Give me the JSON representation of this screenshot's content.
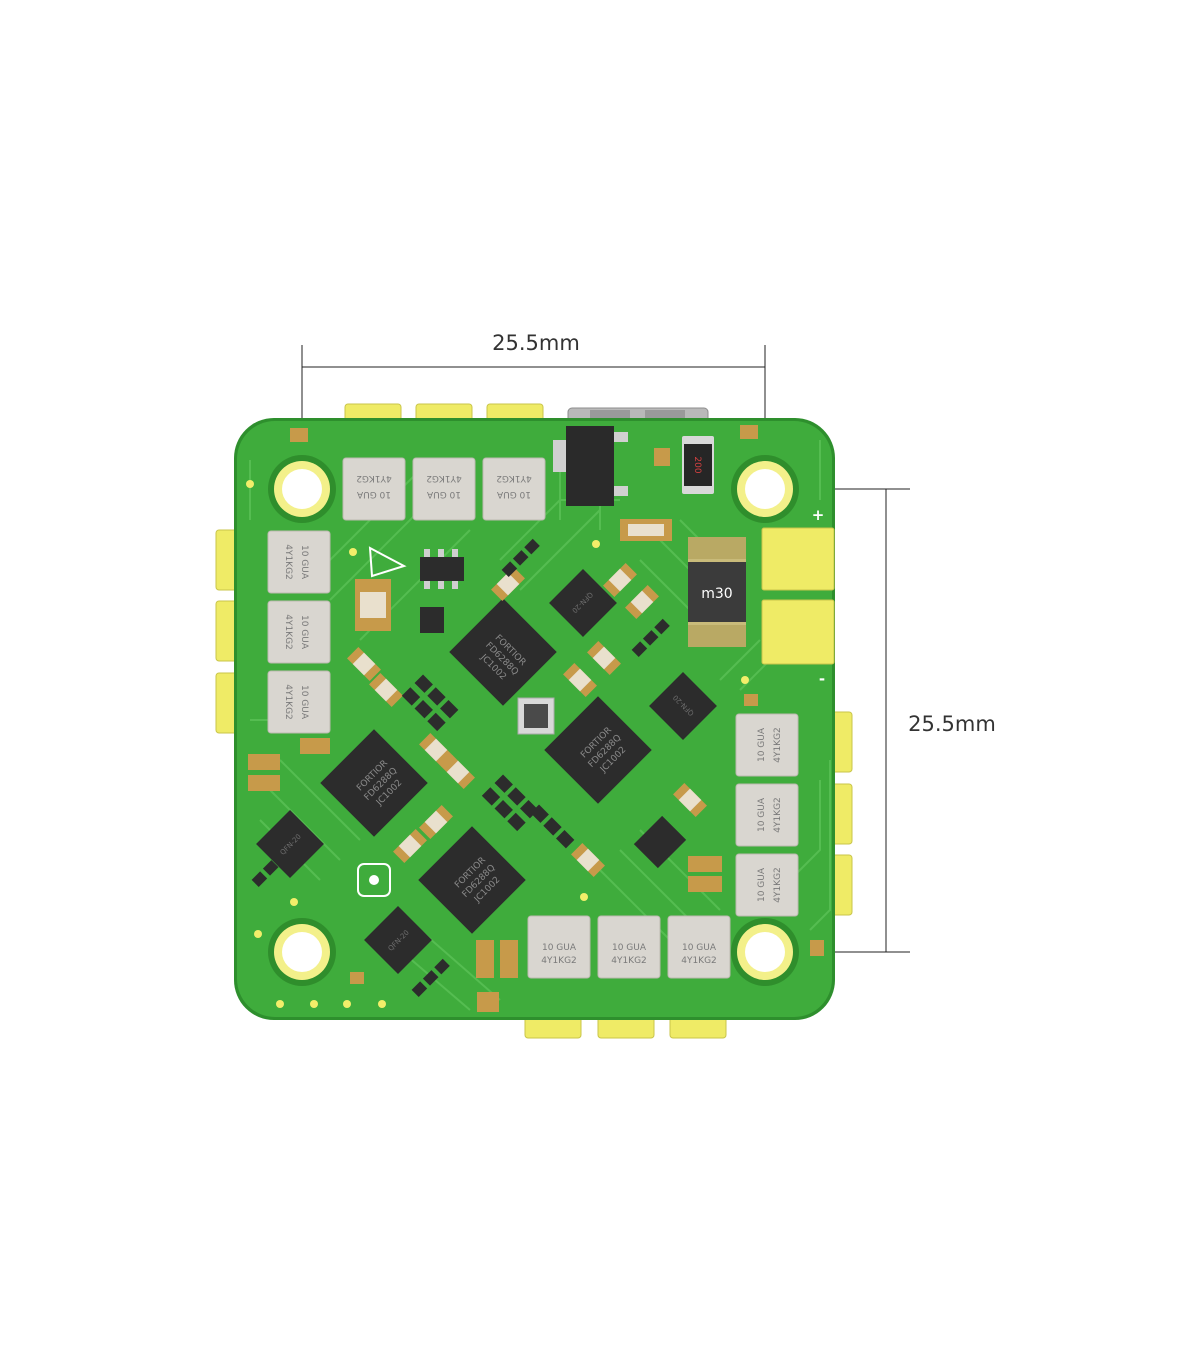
{
  "dimensions": {
    "width_label": "25.5mm",
    "height_label": "25.5mm"
  },
  "board": {
    "polarity_plus": "+",
    "polarity_minus": "-",
    "shunt_label": "m30",
    "resistor_label": "200",
    "inductor_line1": "10 GUA",
    "inductor_line2": "4Y1KG2",
    "driver_line1": "FORTIOR",
    "driver_line2": "FD6288Q",
    "driver_line3": "JC1002",
    "qfn_label": "QFN-20"
  },
  "colors": {
    "board": "#3fac3c",
    "board_edge": "#2e8f2d",
    "trace": "#5bc257",
    "pad_yellow": "#f0ec6a",
    "inductor": "#d9d6d0",
    "chip": "#2c2c2c",
    "cap": "#c79a4a"
  }
}
